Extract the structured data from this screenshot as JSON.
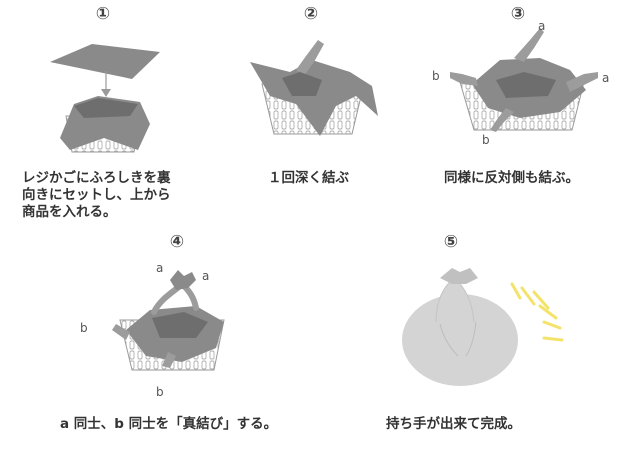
{
  "steps": [
    {
      "number": "①",
      "caption_lines": [
        "レジかごにふろしきを裏",
        "向きにセットし、上から",
        "商品を入れる。"
      ]
    },
    {
      "number": "②",
      "caption_lines": [
        "１回深く結ぶ"
      ]
    },
    {
      "number": "③",
      "caption_lines": [
        "同様に反対側も結ぶ。"
      ]
    },
    {
      "number": "④",
      "caption_lines": [
        "a 同士、b 同士を「真結び」する。"
      ]
    },
    {
      "number": "⑤",
      "caption_lines": [
        "持ち手が出来て完成。"
      ]
    }
  ],
  "corner_labels": {
    "a": "a",
    "b": "b"
  },
  "colors": {
    "cloth_dark": "#8a8a8a",
    "cloth_light": "#d4d4d4",
    "basket_line": "#9a9a9a",
    "sparkle": "#f3e36a",
    "text": "#333333"
  }
}
